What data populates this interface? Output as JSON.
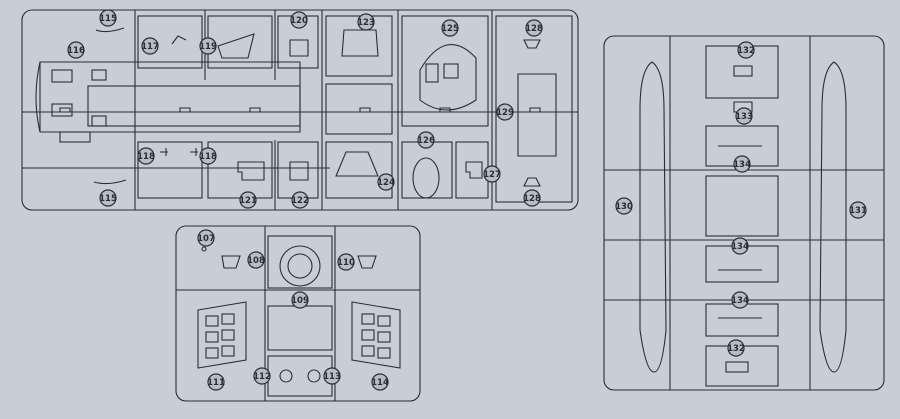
{
  "colors": {
    "paper": "#c9ced6",
    "line": "#2a2d33",
    "label_fill": "#b8bec8"
  },
  "diagram": {
    "parts": [
      {
        "id": "p115a",
        "label": "115"
      },
      {
        "id": "p116",
        "label": "116"
      },
      {
        "id": "p117",
        "label": "117"
      },
      {
        "id": "p119",
        "label": "119"
      },
      {
        "id": "p120",
        "label": "120"
      },
      {
        "id": "p123",
        "label": "123"
      },
      {
        "id": "p125",
        "label": "125"
      },
      {
        "id": "p128a",
        "label": "128"
      },
      {
        "id": "p129",
        "label": "129"
      },
      {
        "id": "p118a",
        "label": "118"
      },
      {
        "id": "p118b",
        "label": "118"
      },
      {
        "id": "p126",
        "label": "126"
      },
      {
        "id": "p124",
        "label": "124"
      },
      {
        "id": "p127",
        "label": "127"
      },
      {
        "id": "p121",
        "label": "121"
      },
      {
        "id": "p122",
        "label": "122"
      },
      {
        "id": "p128b",
        "label": "128"
      },
      {
        "id": "p115b",
        "label": "115"
      },
      {
        "id": "p107",
        "label": "107"
      },
      {
        "id": "p108",
        "label": "108"
      },
      {
        "id": "p110",
        "label": "110"
      },
      {
        "id": "p109",
        "label": "109"
      },
      {
        "id": "p111",
        "label": "111"
      },
      {
        "id": "p112",
        "label": "112"
      },
      {
        "id": "p113",
        "label": "113"
      },
      {
        "id": "p114",
        "label": "114"
      },
      {
        "id": "p132a",
        "label": "132"
      },
      {
        "id": "p133",
        "label": "133"
      },
      {
        "id": "p134a",
        "label": "134"
      },
      {
        "id": "p130",
        "label": "130"
      },
      {
        "id": "p131",
        "label": "131"
      },
      {
        "id": "p134b",
        "label": "134"
      },
      {
        "id": "p134c",
        "label": "134"
      },
      {
        "id": "p132b",
        "label": "132"
      }
    ]
  }
}
